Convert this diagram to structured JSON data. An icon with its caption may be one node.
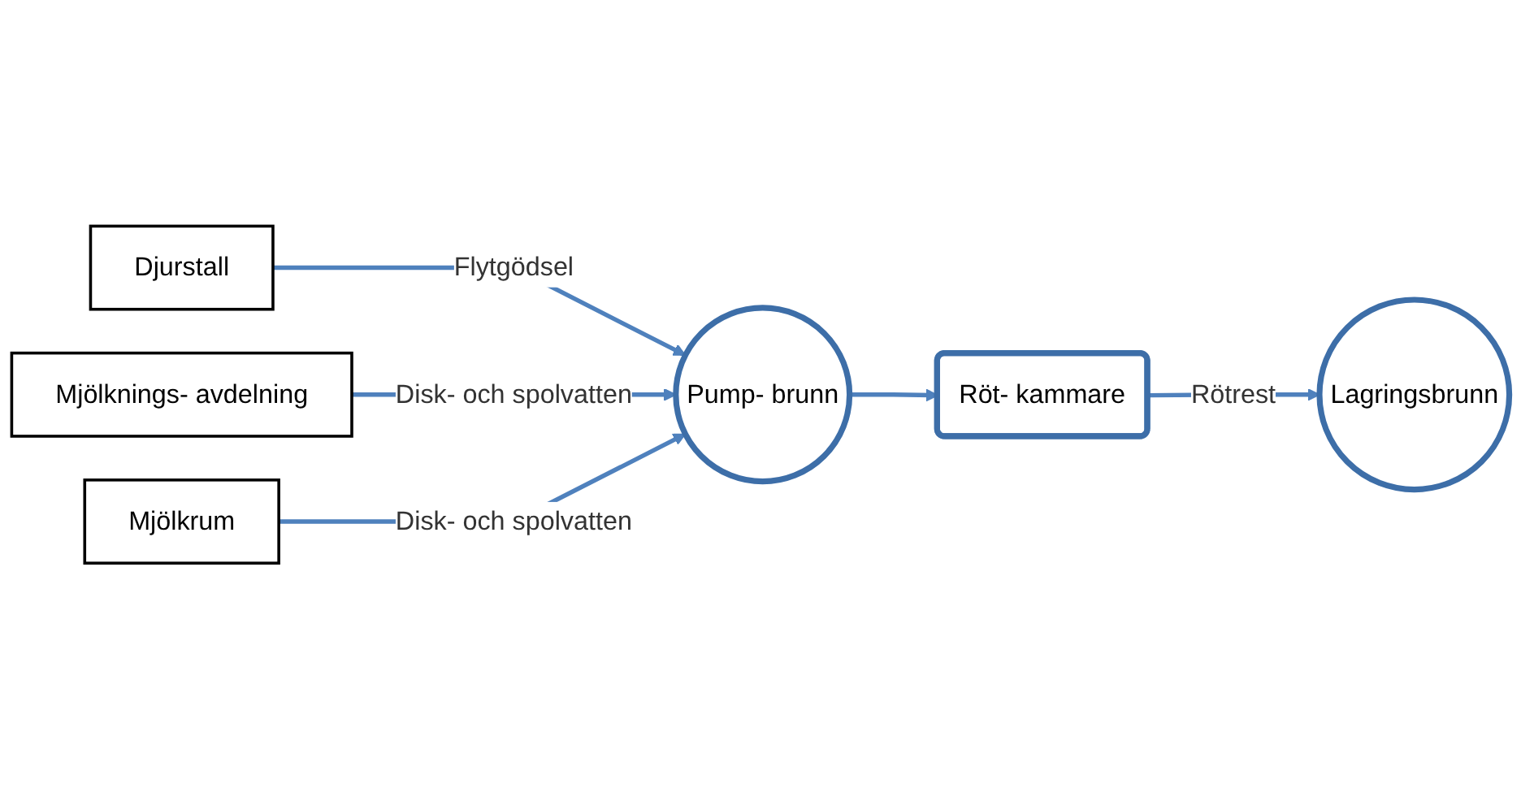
{
  "diagram": {
    "nodes": [
      {
        "text": [
          "Djurstall"
        ]
      },
      {
        "text": [
          "Mjölknings- avdelning"
        ]
      },
      {
        "text": [
          "Mjölkrum"
        ]
      },
      {
        "text": [
          "Pump- brunn"
        ]
      },
      {
        "text": [
          "Röt- kammare"
        ]
      },
      {
        "text": [
          "Lagringsbrunn"
        ]
      }
    ],
    "edges": [
      {
        "from": 0,
        "to": 3,
        "arrow": "to",
        "label": "Flytgödsel"
      },
      {
        "from": 1,
        "to": 3,
        "arrow": "to",
        "label": "Disk- och spolvatten"
      },
      {
        "from": 2,
        "to": 3,
        "arrow": "to",
        "label": "Disk- och spolvatten"
      },
      {
        "from": 3,
        "to": 4,
        "arrow": "to"
      },
      {
        "from": 4,
        "to": 5,
        "arrow": "to",
        "label": "Rötrest"
      }
    ]
  }
}
